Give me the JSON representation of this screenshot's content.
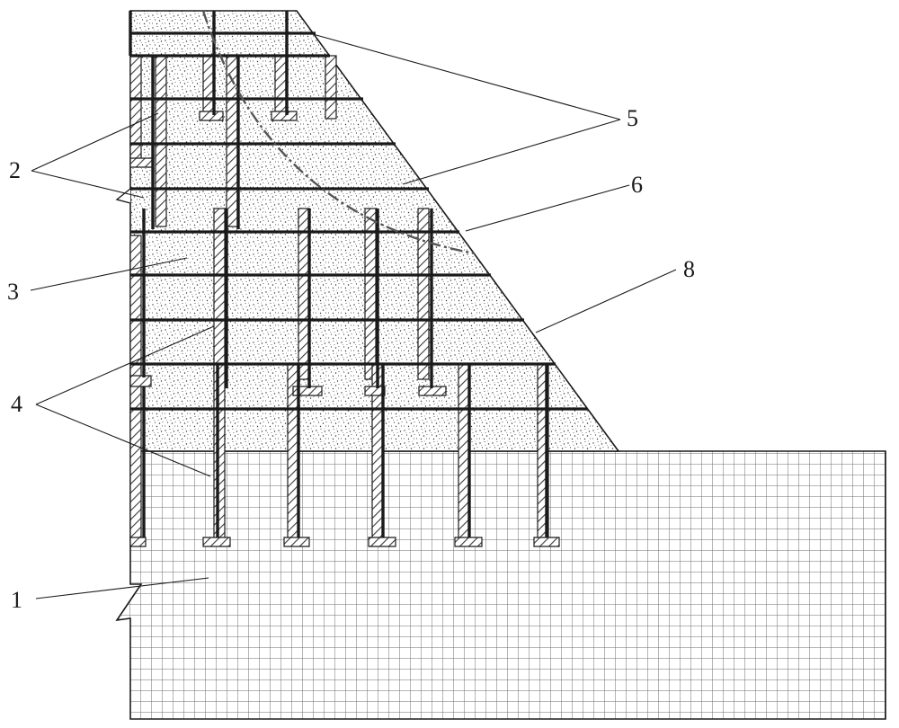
{
  "callouts": {
    "c1": "1",
    "c2": "2",
    "c3": "3",
    "c4": "4",
    "c5": "5",
    "c6": "6",
    "c8": "8"
  },
  "colors": {
    "line": "#1a1a1a",
    "grid": "#7a7a7a",
    "speckle": "#333333",
    "hatch": "#3a3a3a",
    "background": "#ffffff"
  }
}
